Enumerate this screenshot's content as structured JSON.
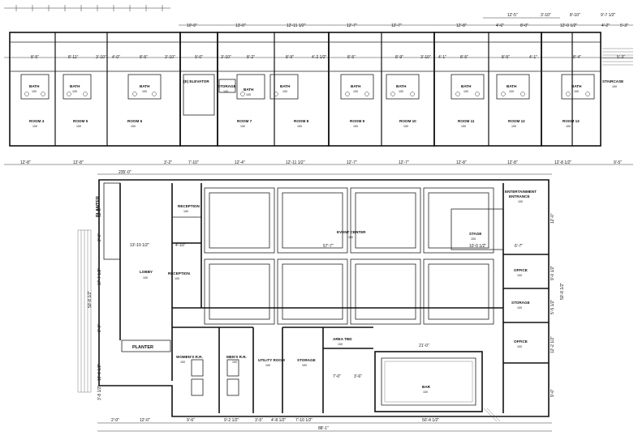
{
  "upper_rooms": [
    {
      "name": "ROOM 4",
      "number": "100"
    },
    {
      "name": "ROOM 5",
      "number": "100"
    },
    {
      "name": "ROOM 6",
      "number": "100"
    },
    {
      "name": "ROOM 7",
      "number": "100"
    },
    {
      "name": "ROOM 8",
      "number": "100"
    },
    {
      "name": "ROOM 9",
      "number": "100"
    },
    {
      "name": "ROOM 10",
      "number": "100"
    },
    {
      "name": "ROOM 11",
      "number": "100"
    },
    {
      "name": "ROOM 12",
      "number": "100"
    },
    {
      "name": "ROOM 13",
      "number": "100"
    }
  ],
  "upper_baths": [
    {
      "name": "BATH",
      "number": "100"
    },
    {
      "name": "BATH",
      "number": "100"
    },
    {
      "name": "BATH",
      "number": "100"
    },
    {
      "name": "BATH",
      "number": "100"
    },
    {
      "name": "BATH",
      "number": "100"
    },
    {
      "name": "BATH",
      "number": "100"
    },
    {
      "name": "BATH",
      "number": "100"
    },
    {
      "name": "BATH",
      "number": "100"
    },
    {
      "name": "BATH",
      "number": "100"
    },
    {
      "name": "BATH",
      "number": "100"
    }
  ],
  "upper_misc": {
    "elevator": "(E) ELEVATOR",
    "storage": "STORAGE",
    "storage_number": "100",
    "staircase": "STAIRCASE",
    "staircase_number": "100"
  },
  "lower_rooms": {
    "lobby": "LOBBY",
    "lobby_number": "100",
    "reception_top": "RECEPTION",
    "reception_top_number": "100",
    "reception_mid": "RECEPTION",
    "reception_mid_number": "100",
    "event_center": "EVENT CENTER",
    "event_center_number": "100",
    "stage": "STAGE",
    "stage_number": "100",
    "entertainment_1": "ENTERTAINMENT",
    "entertainment_2": "ENTRANCE",
    "entertainment_number": "100",
    "office_1": "OFFICE",
    "office_1_number": "100",
    "storage_right": "STORAGE",
    "storage_right_number": "100",
    "office_2": "OFFICE",
    "office_2_number": "100",
    "planter_vertical": "PLANTER",
    "planter": "PLANTER",
    "womens": "WOMEN'S R.R.",
    "womens_number": "100",
    "mens": "MEN'S R.R.",
    "mens_number": "100",
    "utility": "UTILITY ROOM",
    "utility_number": "100",
    "storage_low": "STORAGE",
    "storage_low_number": "100",
    "area_tbd": "AREA TBD",
    "area_tbd_number": "100",
    "bar": "BAR",
    "bar_number": "100"
  },
  "dims_top": {
    "d_10_9": "10'-9\"",
    "d_13_0": "13'-0\"",
    "d_12_11": "12'-11 1/2\"",
    "d_12_7a": "12'-7\"",
    "d_12_7b": "12'-7\"",
    "d_12_8": "12'-8\"",
    "d_4_6": "4'-6\"",
    "d_8_0": "8'-0\"",
    "d_12_0": "12'-0 1/2\"",
    "d_4_2": "4'-2\"",
    "d_5_3": "5'-3\"",
    "d_12_5": "12'-5\"",
    "d_3_10": "3'-10\"",
    "d_8_10": "8'-10\"",
    "d_9_7": "9'-7 1/2\""
  },
  "dims_row2": [
    "8'-5\"",
    "8'-11\"",
    "3'-10\"",
    "4'-0\"",
    "8'-5\"",
    "3'-10\"",
    "9'-0\"",
    "3'-10\"",
    "8'-2\"",
    "8'-9\"",
    "4'-2 1/2\"",
    "8'-5\"",
    "8'-9\"",
    "3'-10\"",
    "4'-1\"",
    "8'-5\"",
    "8'-5\"",
    "4'-1\"",
    "8'-4\"",
    "5'-3\""
  ],
  "dims_mid": [
    "12'-8\"",
    "12'-8\"",
    "3'-2\"",
    "7'-10\"",
    "12'-4\"",
    "12'-11 1/2\"",
    "12'-7\"",
    "12'-7\"",
    "12'-8\"",
    "12'-8\"",
    "12'-8 1/2\"",
    "9'-5\""
  ],
  "dims_overall_top": "235'-0\"",
  "dims_lower": {
    "d_13_10": "13'-10 1/2\"",
    "d_4_10": "4'-10\"",
    "d_57_7": "57'-7\"",
    "d_10_0": "10'-0 1/2\"",
    "d_6_7": "6'-7\"",
    "d_21_0": "21'-0\"",
    "d_7_0": "7'-0\"",
    "d_3_6": "3'-6\"",
    "b_2_0": "2'-0\"",
    "b_12_0": "12'-0\"",
    "b_9_6": "9'-6\"",
    "b_9_2": "9'-2 1/2\"",
    "b_3_5": "3'-5\"",
    "b_4_8": "4'-8 1/2\"",
    "b_7_10": "7'-10 1/2\"",
    "b_50_4": "50'-4 1/2\"",
    "overall_bottom": "88'-1\"",
    "v_12_2": "12'-2\"",
    "v_2_0": "2'-0\"",
    "v_17_7": "17'-7 1/2\"",
    "v_50_8": "50'-8 1/2\"",
    "v_8_0": "8'-0\"",
    "v_19_8": "19'-8 1/2\"",
    "v_3_8": "3'-8 1/2\"",
    "r_12_0": "12'-0\"",
    "r_9_0": "9'-0 1/2\"",
    "r_5_5": "5'-5 1/2\"",
    "r_12_2": "12'-2 1/2\"",
    "r_9_0b": "9'-0\"",
    "r_50_8": "50'-8 1/2\""
  }
}
